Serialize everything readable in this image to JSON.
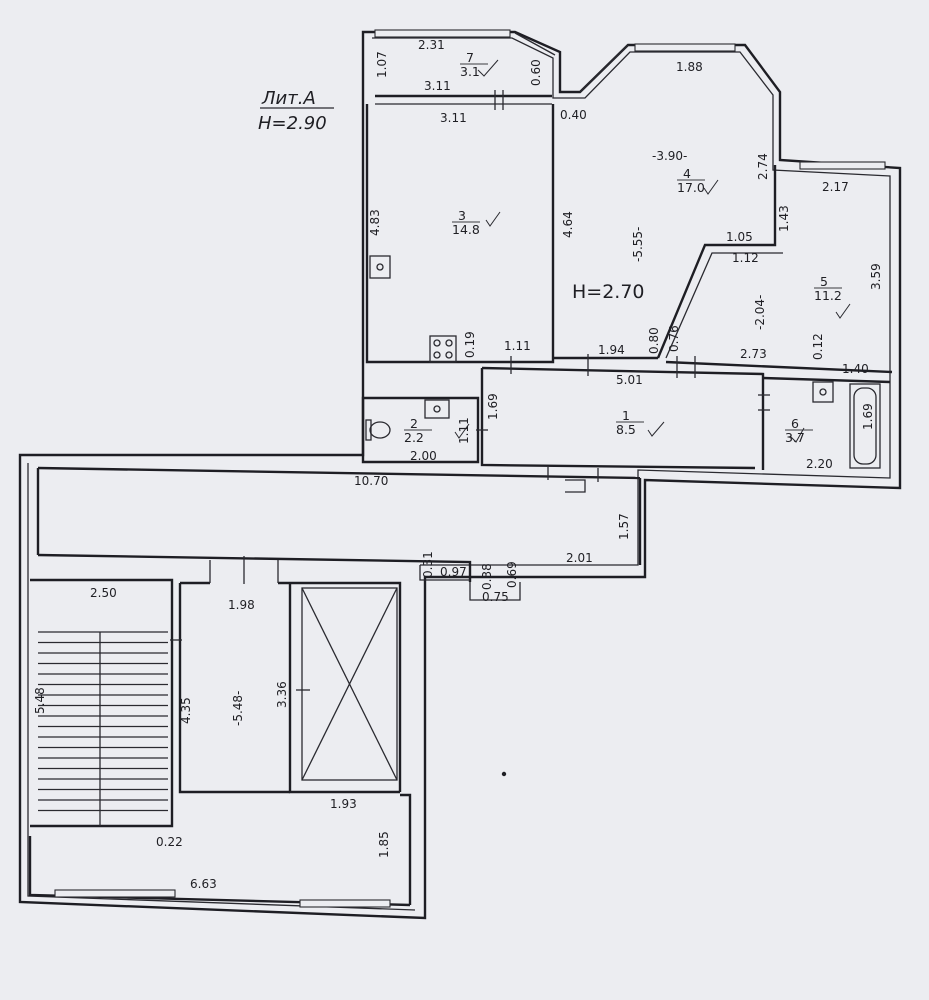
{
  "header": {
    "lit": "Лит.А",
    "height_main": "H=2.90"
  },
  "height_flat": "H=2.70",
  "rooms": [
    {
      "id": "7",
      "num": "7",
      "area": "3.1"
    },
    {
      "id": "3",
      "num": "3",
      "area": "14.8"
    },
    {
      "id": "4",
      "num": "4",
      "area": "17.0"
    },
    {
      "id": "5",
      "num": "5",
      "area": "11.2"
    },
    {
      "id": "2",
      "num": "2",
      "area": "2.2"
    },
    {
      "id": "1",
      "num": "1",
      "area": "8.5"
    },
    {
      "id": "6",
      "num": "6",
      "area": "3.7"
    }
  ],
  "dims": {
    "d_2_31": "2.31",
    "d_1_07": "1.07",
    "d_0_60": "0.60",
    "d_3_11a": "3.11",
    "d_3_11b": "3.11",
    "d_0_40": "0.40",
    "d_1_88": "1.88",
    "d_3_90": "-3.90-",
    "d_2_74": "2.74",
    "d_2_17": "2.17",
    "d_1_43": "1.43",
    "d_4_83": "4.83",
    "d_4_64": "4.64",
    "d_5_55": "-5.55-",
    "d_1_05": "1.05",
    "d_1_12": "1.12",
    "d_2_04": "-2.04-",
    "d_3_59": "3.59",
    "d_0_80": "0.80",
    "d_0_76": "0.76",
    "d_0_19": "0.19",
    "d_1_11a": "1.11",
    "d_1_94": "1.94",
    "d_2_73": "2.73",
    "d_0_12": "0.12",
    "d_1_40": "1.40",
    "d_5_01": "5.01",
    "d_1_69a": "1.69",
    "d_1_11b": "1.11",
    "d_2_00": "2.00",
    "d_1_69b": "1.69",
    "d_2_20": "2.20",
    "d_10_70": "10.70",
    "d_1_57": "1.57",
    "d_0_31": "0.31",
    "d_0_97": "0.97",
    "d_0_38": "0.38",
    "d_0_69": "0.69",
    "d_2_01": "2.01",
    "d_0_75": "0.75",
    "d_2_50": "2.50",
    "d_1_98": "1.98",
    "d_5_48a": "5.48",
    "d_4_35": "4.35",
    "d_5_48b": "-5.48-",
    "d_3_36": "3.36",
    "d_1_93": "1.93",
    "d_0_22": "0.22",
    "d_1_85": "1.85",
    "d_6_63": "6.63"
  }
}
